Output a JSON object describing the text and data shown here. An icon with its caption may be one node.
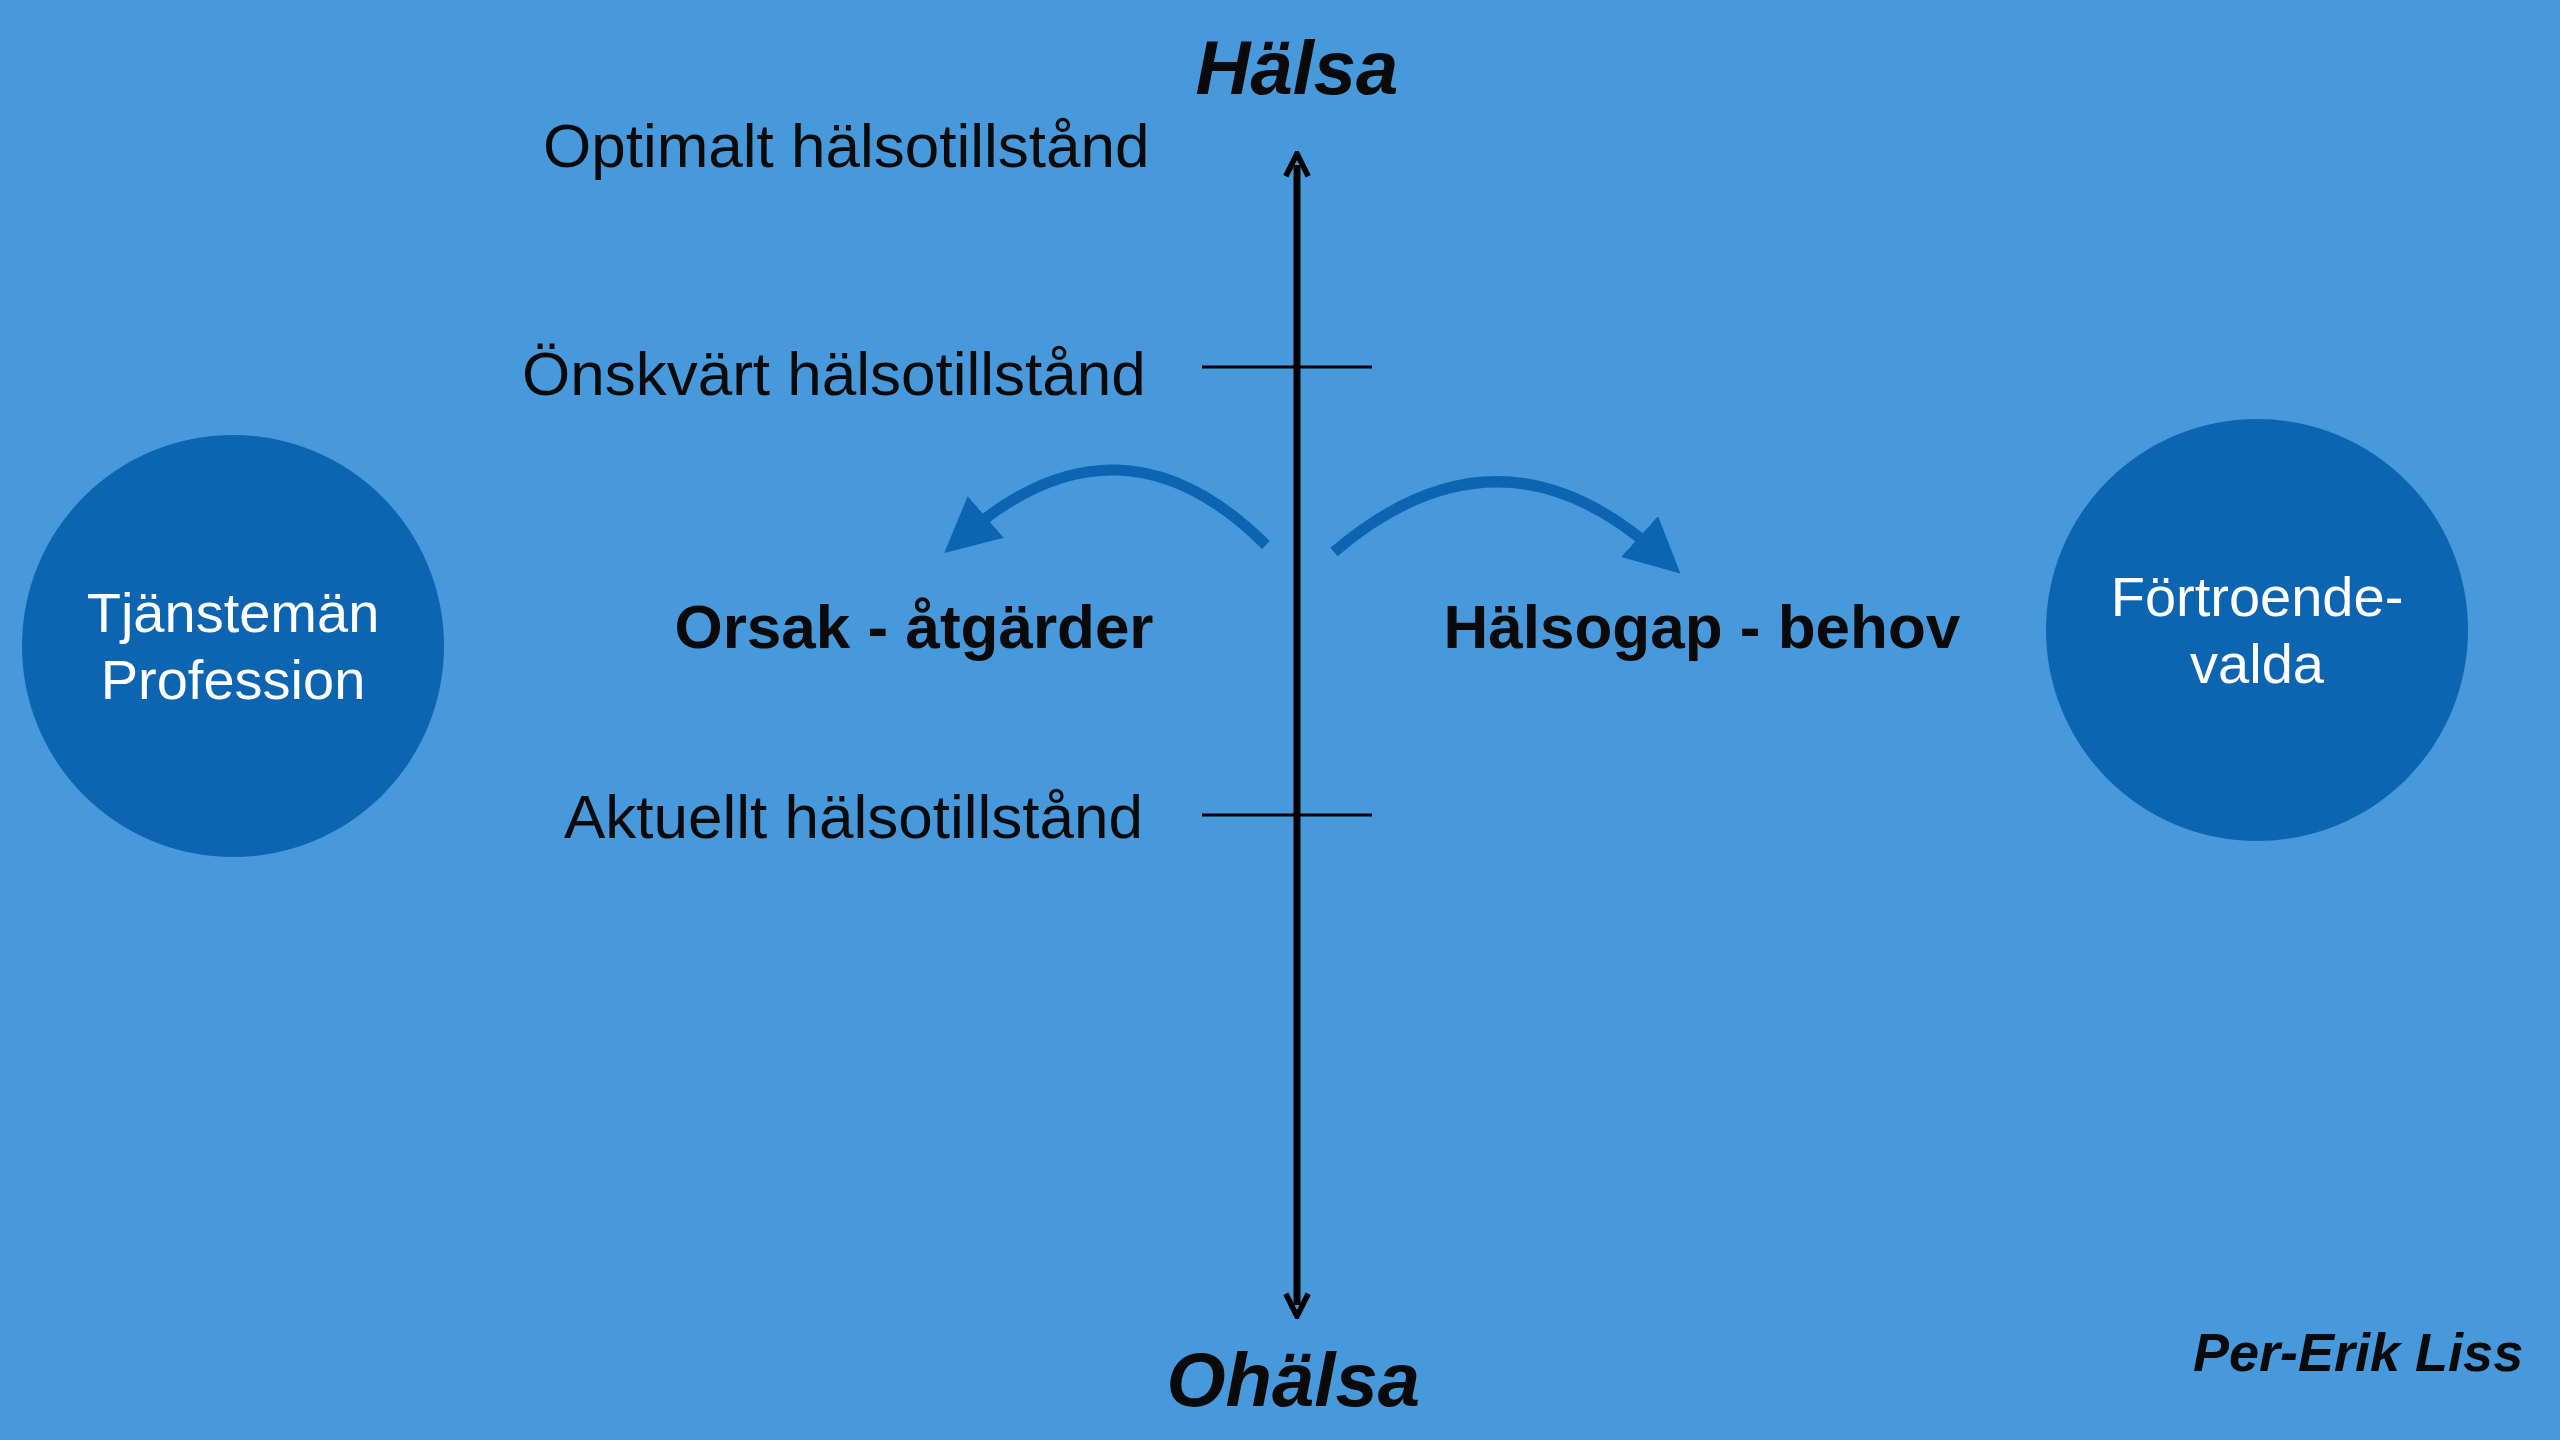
{
  "diagram": {
    "nodes": [
      {
        "text": [
          "Tjänstemän Profession"
        ]
      },
      {
        "text": [
          "Förtroende- valda"
        ]
      }
    ],
    "labels": [
      "Hälsa",
      "Optimalt hälsotillstånd",
      "Önskvärt hälsotillstånd",
      "Orsak - åtgärder",
      "Hälsogap - behov",
      "Aktuellt hälsotillstånd",
      "Ohälsa",
      "Per-Erik Liss"
    ]
  }
}
